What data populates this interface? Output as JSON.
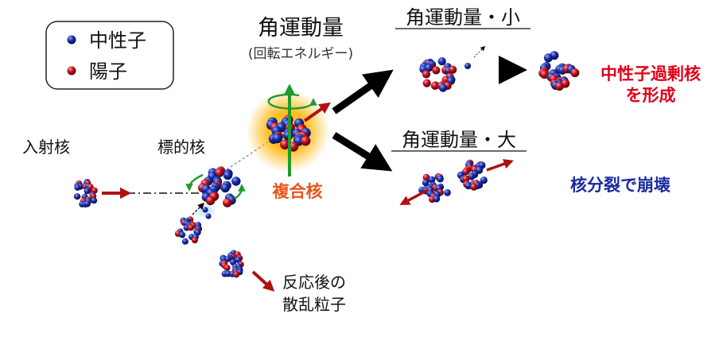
{
  "legend": {
    "neutron_label": "中性子",
    "proton_label": "陽子"
  },
  "labels": {
    "angular_momentum": "角運動量",
    "rotational_energy": "(回転エネルギー)",
    "projectile": "入射核",
    "target": "標的核",
    "compound": "複合核",
    "scattered_line1": "反応後の",
    "scattered_line2": "散乱粒子",
    "low_am": "角運動量・小",
    "high_am": "角運動量・大",
    "neutron_rich_line1": "中性子過剰核",
    "neutron_rich_line2": "を形成",
    "fission": "核分裂で崩壊"
  },
  "colors": {
    "neutron": "#1a2ea8",
    "proton": "#c0101e",
    "red_arrow": "#b01010",
    "green": "#1f9a2e",
    "highlight_red": "#e0001a",
    "highlight_orange": "#e8541e",
    "highlight_blue": "#1a2aa0",
    "glow": "#ffb400"
  }
}
